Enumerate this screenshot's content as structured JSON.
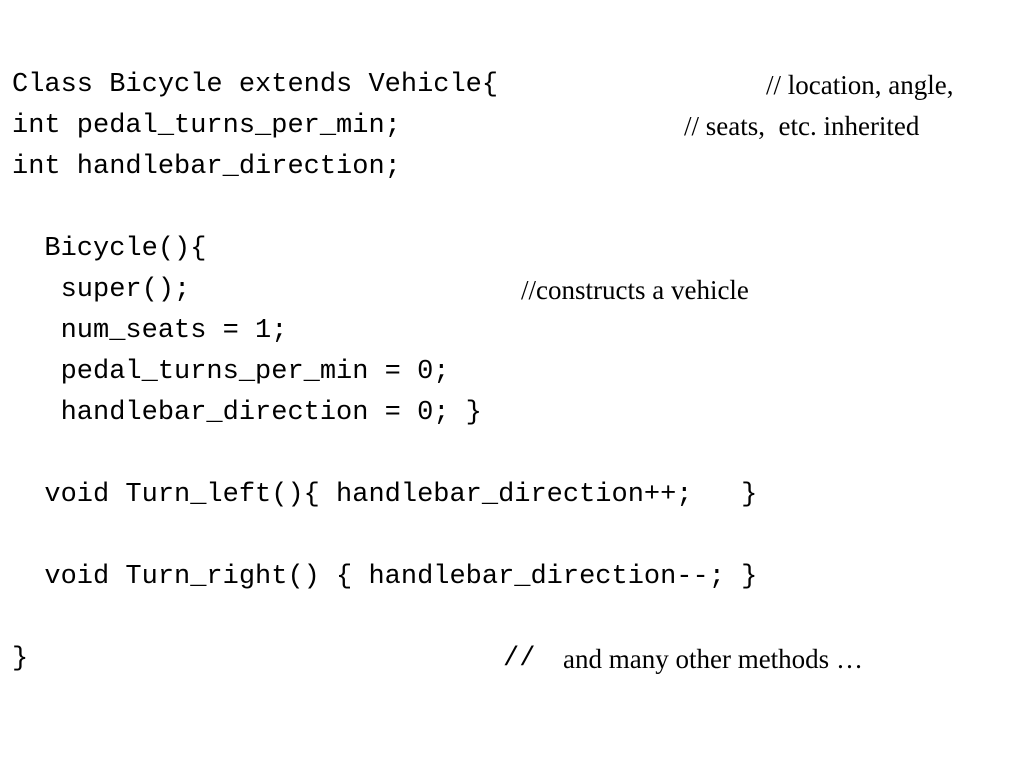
{
  "code_lines": [
    "Class Bicycle extends Vehicle{",
    "int pedal_turns_per_min;",
    "int handlebar_direction;",
    "  Bicycle(){",
    "   super();",
    "   num_seats = 1;",
    "   pedal_turns_per_min = 0;",
    "   handlebar_direction = 0; }",
    "  void Turn_left(){ handlebar_direction++;   }",
    "  void Turn_right() { handlebar_direction--; }",
    "}",
    "//"
  ],
  "comments": [
    "// location, angle,",
    "// seats,  etc. inherited",
    "//constructs a vehicle",
    "and many other methods …"
  ]
}
